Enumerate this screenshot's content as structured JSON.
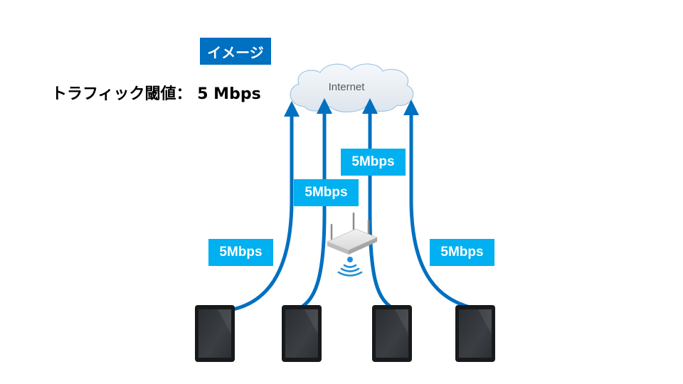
{
  "badge": {
    "label": "イメージ"
  },
  "threshold": {
    "text": "トラフィック閾値： 5 Mbps"
  },
  "cloud": {
    "label": "Internet"
  },
  "flows": [
    {
      "label": "5Mbps"
    },
    {
      "label": "5Mbps"
    },
    {
      "label": "5Mbps"
    },
    {
      "label": "5Mbps"
    }
  ],
  "colors": {
    "badge": "#0070c0",
    "arrow": "#0070c0",
    "rate_label": "#00b0f0",
    "cloud_fill": "#e9eef3",
    "cloud_stroke": "#9fc8e0"
  },
  "icons": {
    "cloud": "cloud-icon",
    "router": "wifi-router-icon",
    "wifi": "wifi-signal-icon",
    "device": "tablet-icon"
  }
}
